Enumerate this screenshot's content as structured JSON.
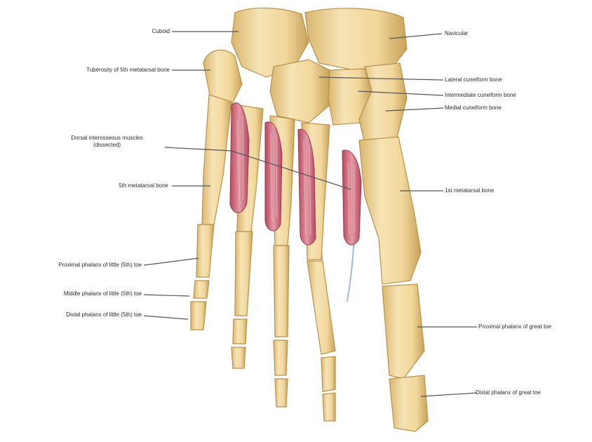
{
  "labels": {
    "calcaneus": "Cuboid",
    "navicular": "Navicular",
    "tuberosity": "Tuberosity of 5th metatarsal bone",
    "lateral_cuneiform": "Lateral cuneiform bone",
    "intermediate_cuneiform": "Intermediate cuneiform bone",
    "medial_cuneiform": "Medial cuneiform bone",
    "dorsal_interossei": "Dorsal interosseous muscles",
    "dorsal_interossei_sub": "(dissected)",
    "fifth_metatarsal": "5th metatarsal bone",
    "first_metatarsal": "1st metatarsal bone",
    "proximal_phalanx_5": "Proximal phalanx of little (5th) toe",
    "middle_phalanx_5": "Middle phalanx of little (5th) toe",
    "distal_phalanx_5": "Distal phalanx of little (5th) toe",
    "proximal_phalanx_great": "Proximal phalanx of great toe",
    "distal_phalanx_great": "Distal phalanx of great toe"
  },
  "colors": {
    "bone": "#f3dca6",
    "bone_shadow": "#d9b66e",
    "bone_outline": "#b8904a",
    "muscle": "#c9566b",
    "muscle_light": "#e08b99",
    "tendon": "#9fb9d8",
    "leader": "#555555"
  }
}
